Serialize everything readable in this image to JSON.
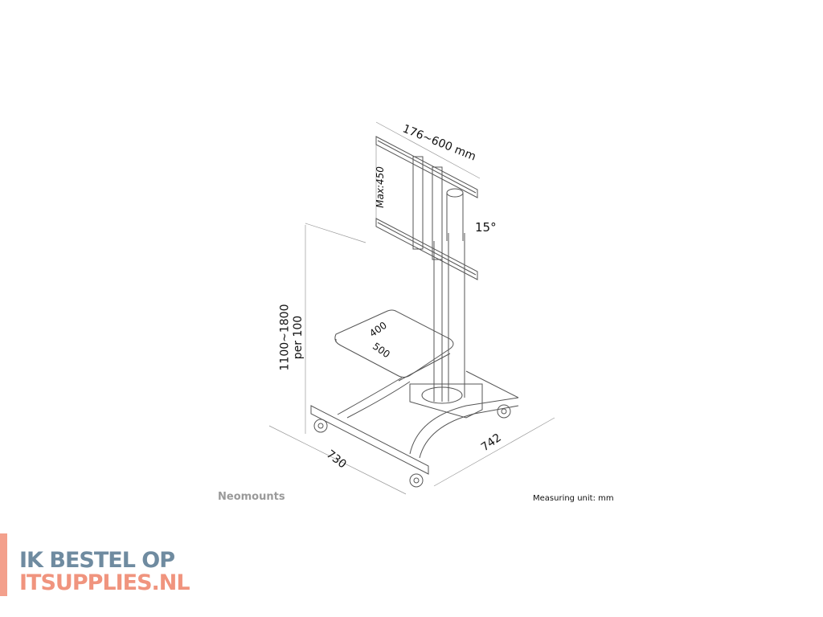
{
  "diagram": {
    "labels": {
      "vesa_width": "176~600 mm",
      "vesa_height": "Max:450",
      "tilt": "15°",
      "height": "1100~1800",
      "height_step": "per 100",
      "shelf_depth": "400",
      "shelf_width": "500",
      "base_depth": "730",
      "base_width": "742"
    },
    "brand": "Neomounts",
    "unit_note": "Measuring unit: mm"
  },
  "logo": {
    "line1": "IK BESTEL OP",
    "line2": "ITSUPPLIES.NL",
    "colors": {
      "line1": "#6f8ba0",
      "line2": "#f0947e",
      "bar": "#f3a08c"
    }
  }
}
